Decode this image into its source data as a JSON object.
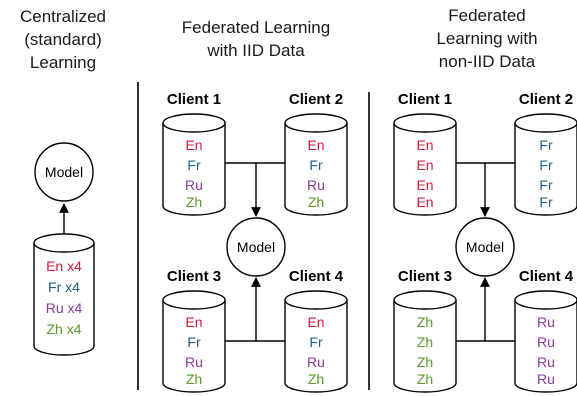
{
  "colors": {
    "En": "#d81b3c",
    "Fr": "#1f5f8b",
    "Ru": "#8b3a9e",
    "Zh": "#5a9a2a"
  },
  "centralized": {
    "title_lines": [
      "Centralized",
      "(standard)",
      "Learning"
    ],
    "model_label": "Model",
    "dataset": [
      {
        "lang": "En",
        "text": "En x4"
      },
      {
        "lang": "Fr",
        "text": "Fr x4"
      },
      {
        "lang": "Ru",
        "text": "Ru x4"
      },
      {
        "lang": "Zh",
        "text": "Zh x4"
      }
    ]
  },
  "iid": {
    "title_lines": [
      "Federated Learning",
      "with IID Data"
    ],
    "model_label": "Model",
    "clients": [
      {
        "label": "Client 1",
        "data": [
          "En",
          "Fr",
          "Ru",
          "Zh"
        ]
      },
      {
        "label": "Client 2",
        "data": [
          "En",
          "Fr",
          "Ru",
          "Zh"
        ]
      },
      {
        "label": "Client 3",
        "data": [
          "En",
          "Fr",
          "Ru",
          "Zh"
        ]
      },
      {
        "label": "Client 4",
        "data": [
          "En",
          "Fr",
          "Ru",
          "Zh"
        ]
      }
    ]
  },
  "non_iid": {
    "title_lines": [
      "Federated",
      "Learning with",
      "non-IID Data"
    ],
    "model_label": "Model",
    "clients": [
      {
        "label": "Client 1",
        "data": [
          "En",
          "En",
          "En",
          "En"
        ]
      },
      {
        "label": "Client 2",
        "data": [
          "Fr",
          "Fr",
          "Fr",
          "Fr"
        ]
      },
      {
        "label": "Client 3",
        "data": [
          "Zh",
          "Zh",
          "Zh",
          "Zh"
        ]
      },
      {
        "label": "Client 4",
        "data": [
          "Ru",
          "Ru",
          "Ru",
          "Ru"
        ]
      }
    ]
  }
}
